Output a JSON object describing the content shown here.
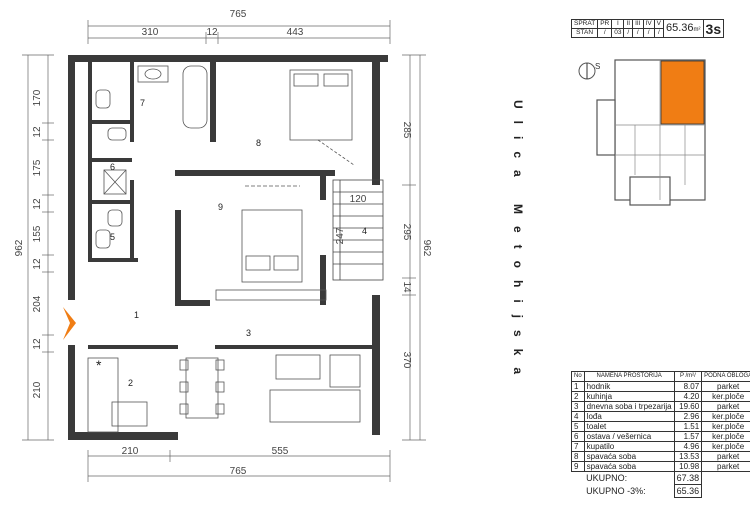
{
  "plan": {
    "dims_top": {
      "total": "765",
      "left": "310",
      "mid": "12",
      "right": "443"
    },
    "dims_bottom": {
      "total": "765",
      "left": "210",
      "right": "555"
    },
    "dims_left": {
      "total": "962",
      "d1": "170",
      "d2": "12",
      "d3": "175",
      "d4": "12",
      "d5": "155",
      "d6": "12",
      "d7": "204",
      "d8": "12",
      "d9": "210"
    },
    "dims_right": {
      "total": "962",
      "d1": "285",
      "d2": "295",
      "d3": "14",
      "d4": "370"
    },
    "dims_inner": {
      "stair_w": "120",
      "stair_h": "247"
    },
    "room_numbers": [
      "1",
      "2",
      "3",
      "4",
      "5",
      "6",
      "7",
      "8",
      "9"
    ],
    "entrance_marker": "*"
  },
  "header": {
    "sprat_label": "SPRAT",
    "stan_label": "STAN",
    "floors": [
      "PR",
      "I",
      "II",
      "III",
      "IV",
      "V"
    ],
    "stan_values": [
      "/",
      "03",
      "/",
      "/",
      "/",
      "/"
    ],
    "area": "65.36",
    "area_unit": "m²",
    "code": "3s"
  },
  "street": {
    "name": "Ulica Metohijska"
  },
  "compass": {
    "label": "S"
  },
  "table": {
    "headers": {
      "no": "No",
      "name": "NAMENA PROSTORIJA",
      "area": "P /m²/",
      "floor": "PODNA OBLOGA"
    },
    "rows": [
      {
        "no": "1",
        "name": "hodnik",
        "area": "8.07",
        "floor": "parket"
      },
      {
        "no": "2",
        "name": "kuhinja",
        "area": "4.20",
        "floor": "ker.pločе"
      },
      {
        "no": "3",
        "name": "dnevna soba i trpezarija",
        "area": "19.60",
        "floor": "parket"
      },
      {
        "no": "4",
        "name": "lođa",
        "area": "2.96",
        "floor": "ker.ploče"
      },
      {
        "no": "5",
        "name": "toalet",
        "area": "1.51",
        "floor": "ker.ploče"
      },
      {
        "no": "6",
        "name": "ostava / vešernica",
        "area": "1.57",
        "floor": "ker.ploče"
      },
      {
        "no": "7",
        "name": "kupatilo",
        "area": "4.96",
        "floor": "ker.ploče"
      },
      {
        "no": "8",
        "name": "spavaća soba",
        "area": "13.53",
        "floor": "parket"
      },
      {
        "no": "9",
        "name": "spavaća soba",
        "area": "10.98",
        "floor": "parket"
      }
    ],
    "total_label": "UKUPNO:",
    "total_value": "67.38",
    "total3_label": "UKUPNO -3%:",
    "total3_value": "65.36"
  },
  "colors": {
    "wall": "#3a3a3a",
    "highlight": "#f07d14",
    "keyplan": "#9a9a9a"
  }
}
